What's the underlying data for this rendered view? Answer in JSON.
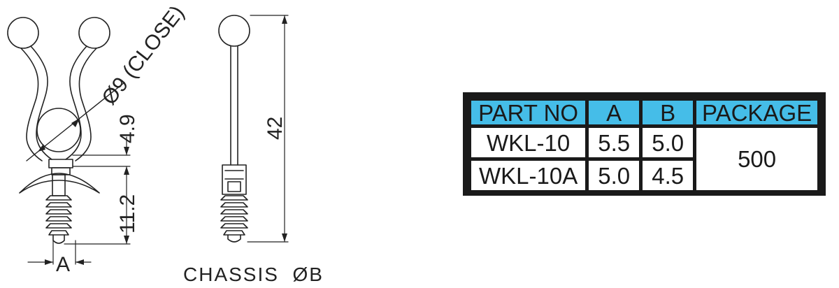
{
  "drawing": {
    "labels": {
      "diameter_close": "Ø9 (CLOSE)",
      "dim_49": "4.9",
      "dim_112": "11.2",
      "dim_42": "42",
      "dim_a": "A",
      "caption": "CHASSIS  ØB"
    },
    "colors": {
      "line": "#222222"
    }
  },
  "table": {
    "headers": [
      "PART NO",
      "A",
      "B",
      "PACKAGE"
    ],
    "rows": [
      {
        "part_no": "WKL-10",
        "a": "5.5",
        "b": "5.0"
      },
      {
        "part_no": "WKL-10A",
        "a": "5.0",
        "b": "4.5"
      }
    ],
    "package": "500",
    "colors": {
      "header_bg": "#45bde8",
      "border": "#1a1a1a"
    }
  }
}
